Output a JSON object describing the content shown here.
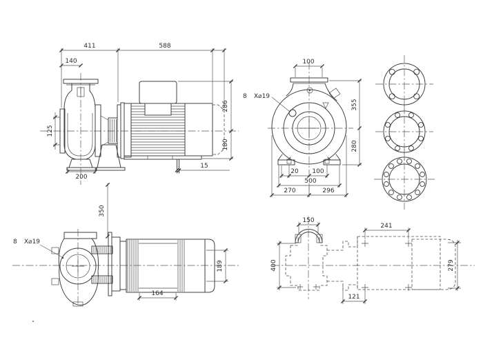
{
  "drawing": {
    "type": "pump-dimensional-drawing",
    "line_color": "#3f3f3f",
    "background": "#ffffff"
  },
  "views": {
    "side": {
      "title": "side-elevation-pump-and-motor",
      "dims": {
        "pump_length": "411",
        "motor_length": "588",
        "suction_to_discharge": "140",
        "suction_port": "125",
        "volute_foot_width": "200",
        "height_above_centerline": "286",
        "height_below_centerline": "180",
        "foot_bolt_offset": "15"
      }
    },
    "front": {
      "title": "front-elevation-volute",
      "hole_note": {
        "count": "8",
        "spec": "X⌀19"
      },
      "dims": {
        "discharge_port": "100",
        "height_above_centerline": "355",
        "height_below_centerline": "280",
        "foot_edge_to_slot": "20",
        "centerline_to_slot": "100",
        "foot_span": "500",
        "centerline_to_left_edge": "270",
        "centerline_to_right_edge": "296"
      }
    },
    "plan": {
      "title": "plan-view-pump-and-motor",
      "hole_note": {
        "count": "8",
        "spec": "X⌀19"
      },
      "dims": {
        "flange_face_to_centerline": "350",
        "motor_foot_spacing": "164",
        "motor_foot_width": "189"
      }
    },
    "footprint": {
      "title": "foundation-plan",
      "dims": {
        "suction_flange_width": "150",
        "motor_bolt_spacing": "241",
        "pump_bolt_span": "400",
        "motor_bolt_span": "279",
        "pump_to_motor_bolt_offset": "121"
      }
    },
    "flanges": {
      "title": "flange-drillings",
      "items": [
        {
          "holes": 4,
          "start_angle": 45
        },
        {
          "holes": 8,
          "start_angle": 22.5
        },
        {
          "holes": 12,
          "start_angle": 15
        }
      ]
    }
  }
}
